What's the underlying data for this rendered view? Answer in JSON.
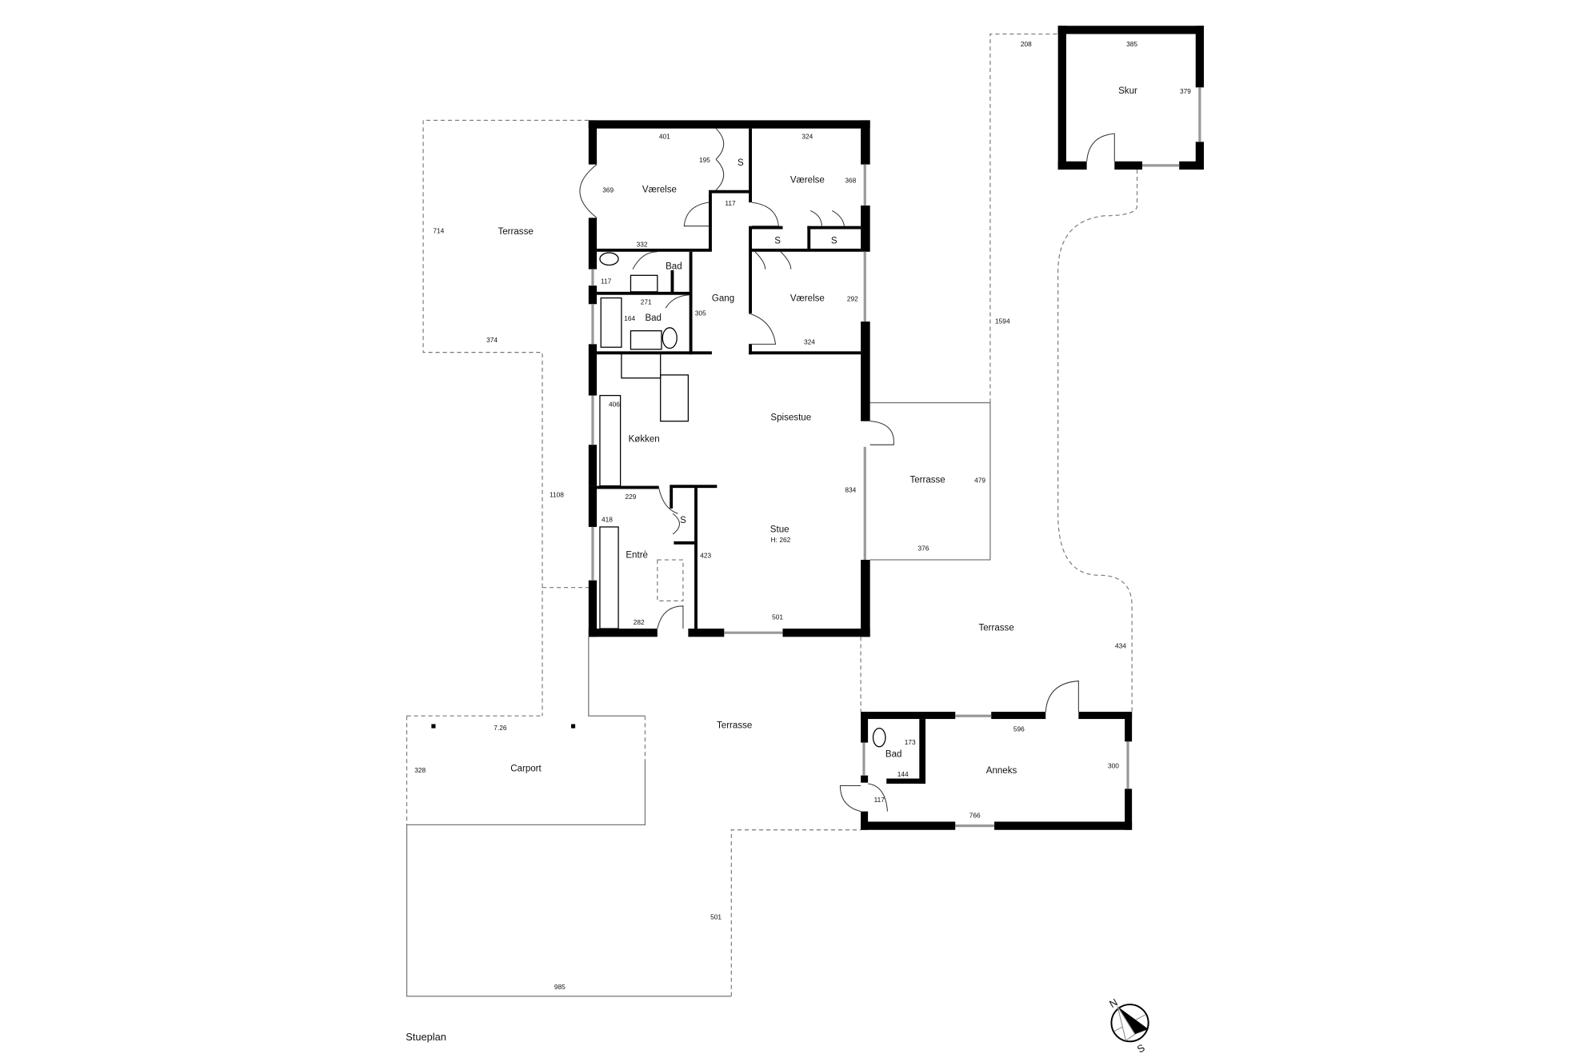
{
  "plan_title": "Stueplan",
  "compass": {
    "north": "N",
    "south": "S"
  },
  "main_house": {
    "bedroom1": {
      "name": "Værelse",
      "dims": [
        "401",
        "369",
        "332"
      ],
      "closet": "S",
      "closet_dim": "195"
    },
    "bedroom2": {
      "name": "Værelse",
      "dims": [
        "324",
        "368"
      ]
    },
    "bedroom3": {
      "name": "Værelse",
      "dims": [
        "292",
        "324"
      ]
    },
    "closets": [
      "S",
      "S"
    ],
    "hall_dim": "117",
    "bath1": {
      "name": "Bad",
      "dims": [
        "117"
      ]
    },
    "bath2": {
      "name": "Bad",
      "dims": [
        "271",
        "164"
      ]
    },
    "hallway": {
      "name": "Gang",
      "dim": "305"
    },
    "kitchen": {
      "name": "Køkken",
      "dim": "406"
    },
    "dining": {
      "name": "Spisestue",
      "dim": "834"
    },
    "entry": {
      "name": "Entrè",
      "dims": [
        "229",
        "418",
        "282",
        "423"
      ],
      "closet": "S"
    },
    "living": {
      "name": "Stue",
      "height": "H: 262",
      "dim": "501"
    }
  },
  "terraces": {
    "west": {
      "name": "Terrasse",
      "dims": [
        "714",
        "374",
        "1108"
      ]
    },
    "east": {
      "name": "Terrasse",
      "dims": [
        "479",
        "376"
      ]
    },
    "south_east": {
      "name": "Terrasse",
      "dim": "434"
    },
    "south": {
      "name": "Terrasse",
      "dims": [
        "501",
        "985"
      ]
    },
    "long_dim": "1594",
    "shed_offset": "208"
  },
  "carport": {
    "name": "Carport",
    "dims": [
      "7.26",
      "328"
    ]
  },
  "annex": {
    "name": "Anneks",
    "dims": [
      "596",
      "300",
      "766",
      "117"
    ],
    "bath": {
      "name": "Bad",
      "dims": [
        "173",
        "144"
      ]
    }
  },
  "shed": {
    "name": "Skur",
    "dims": [
      "385",
      "379"
    ]
  }
}
